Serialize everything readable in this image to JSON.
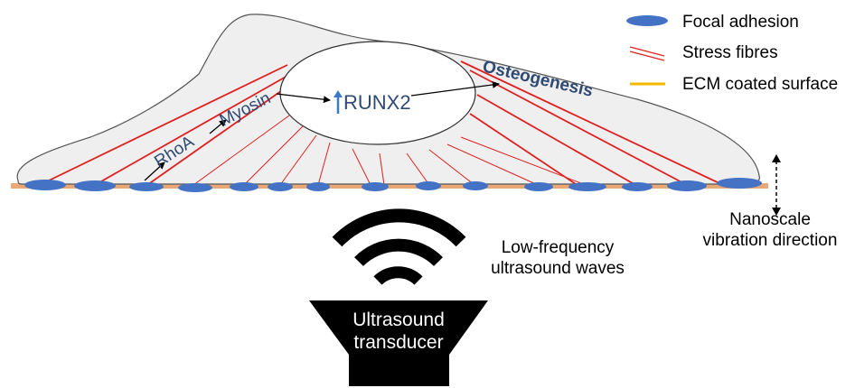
{
  "legend": {
    "focal_adhesion": "Focal adhesion",
    "stress_fibres": "Stress fibres",
    "ecm_surface": "ECM coated surface"
  },
  "pathway": {
    "rhoa": "RhoA",
    "myosin": "Myosin",
    "runx2": "RUNX2",
    "osteogenesis": "Osteogenesis"
  },
  "vibration": {
    "line1": "Nanoscale",
    "line2": "vibration direction"
  },
  "waves": {
    "line1": "Low-frequency",
    "line2": "ultrasound waves"
  },
  "transducer": {
    "line1": "Ultrasound",
    "line2": "transducer"
  },
  "colors": {
    "focal_adhesion": "#4472c4",
    "stress_fibre": "#e02020",
    "ecm_legend": "#f5b800",
    "ecm_surface": "#e8a878",
    "cell_fill": "#efefef",
    "text_blue": "#2f4a73",
    "arrow_up": "#3a78c8"
  }
}
